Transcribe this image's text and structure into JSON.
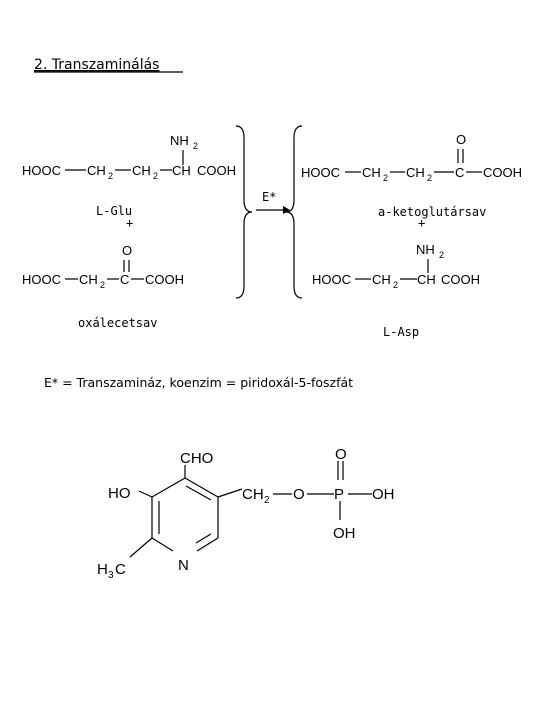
{
  "title": "2. Transzaminálás",
  "reaction": {
    "enzyme_label": "E*",
    "glu": {
      "nh2": "NH",
      "nh2_sub": "2",
      "hooc": "HOOC",
      "ch2a": "CH",
      "ch2a_sub": "2",
      "ch2b": "CH",
      "ch2b_sub": "2",
      "ch": "CH",
      "cooh": "COOH",
      "name": "L-Glu"
    },
    "oxal": {
      "o": "O",
      "hooc": "HOOC",
      "ch2": "CH",
      "ch2_sub": "2",
      "c": "C",
      "cooh": "COOH",
      "name": "oxálecetsav"
    },
    "akg": {
      "o": "O",
      "hooc": "HOOC",
      "ch2a": "CH",
      "ch2a_sub": "2",
      "ch2b": "CH",
      "ch2b_sub": "2",
      "c": "C",
      "cooh": "COOH",
      "name": "a-ketoglutársav"
    },
    "asp": {
      "nh2": "NH",
      "nh2_sub": "2",
      "hooc": "HOOC",
      "ch2": "CH",
      "ch2_sub": "2",
      "ch": "CH",
      "cooh": "COOH",
      "name": "L-Asp"
    },
    "plus": "+"
  },
  "caption": "E* = Transzamináz, koenzim = piridoxál-5-foszfát",
  "plp": {
    "cho": "CHO",
    "ho": "HO",
    "h3c_h": "H",
    "h3c_sub": "3",
    "h3c_c": "C",
    "n": "N",
    "ch2": "CH",
    "ch2_sub": "2",
    "o_link": "O",
    "p": "P",
    "o_top": "O",
    "oh_right": "OH",
    "oh_bottom": "OH"
  }
}
